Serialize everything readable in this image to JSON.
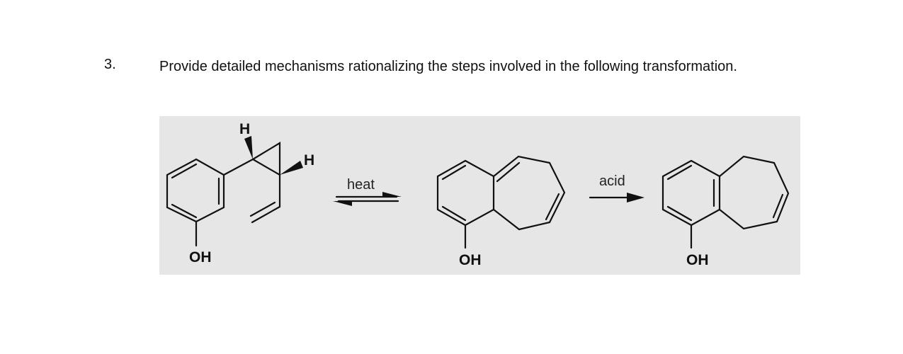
{
  "question": {
    "number": "3.",
    "text": "Provide detailed mechanisms rationalizing the steps involved in the following transformation."
  },
  "scheme": {
    "background_color": "#e6e6e6",
    "start_material": {
      "h_label_1": "H",
      "h_label_2": "H",
      "oh_label": "OH"
    },
    "step1": {
      "condition": "heat",
      "arrow": "equilibrium"
    },
    "intermediate": {
      "oh_label": "OH"
    },
    "step2": {
      "condition": "acid",
      "arrow": "forward"
    },
    "product": {
      "oh_label": "OH"
    }
  }
}
